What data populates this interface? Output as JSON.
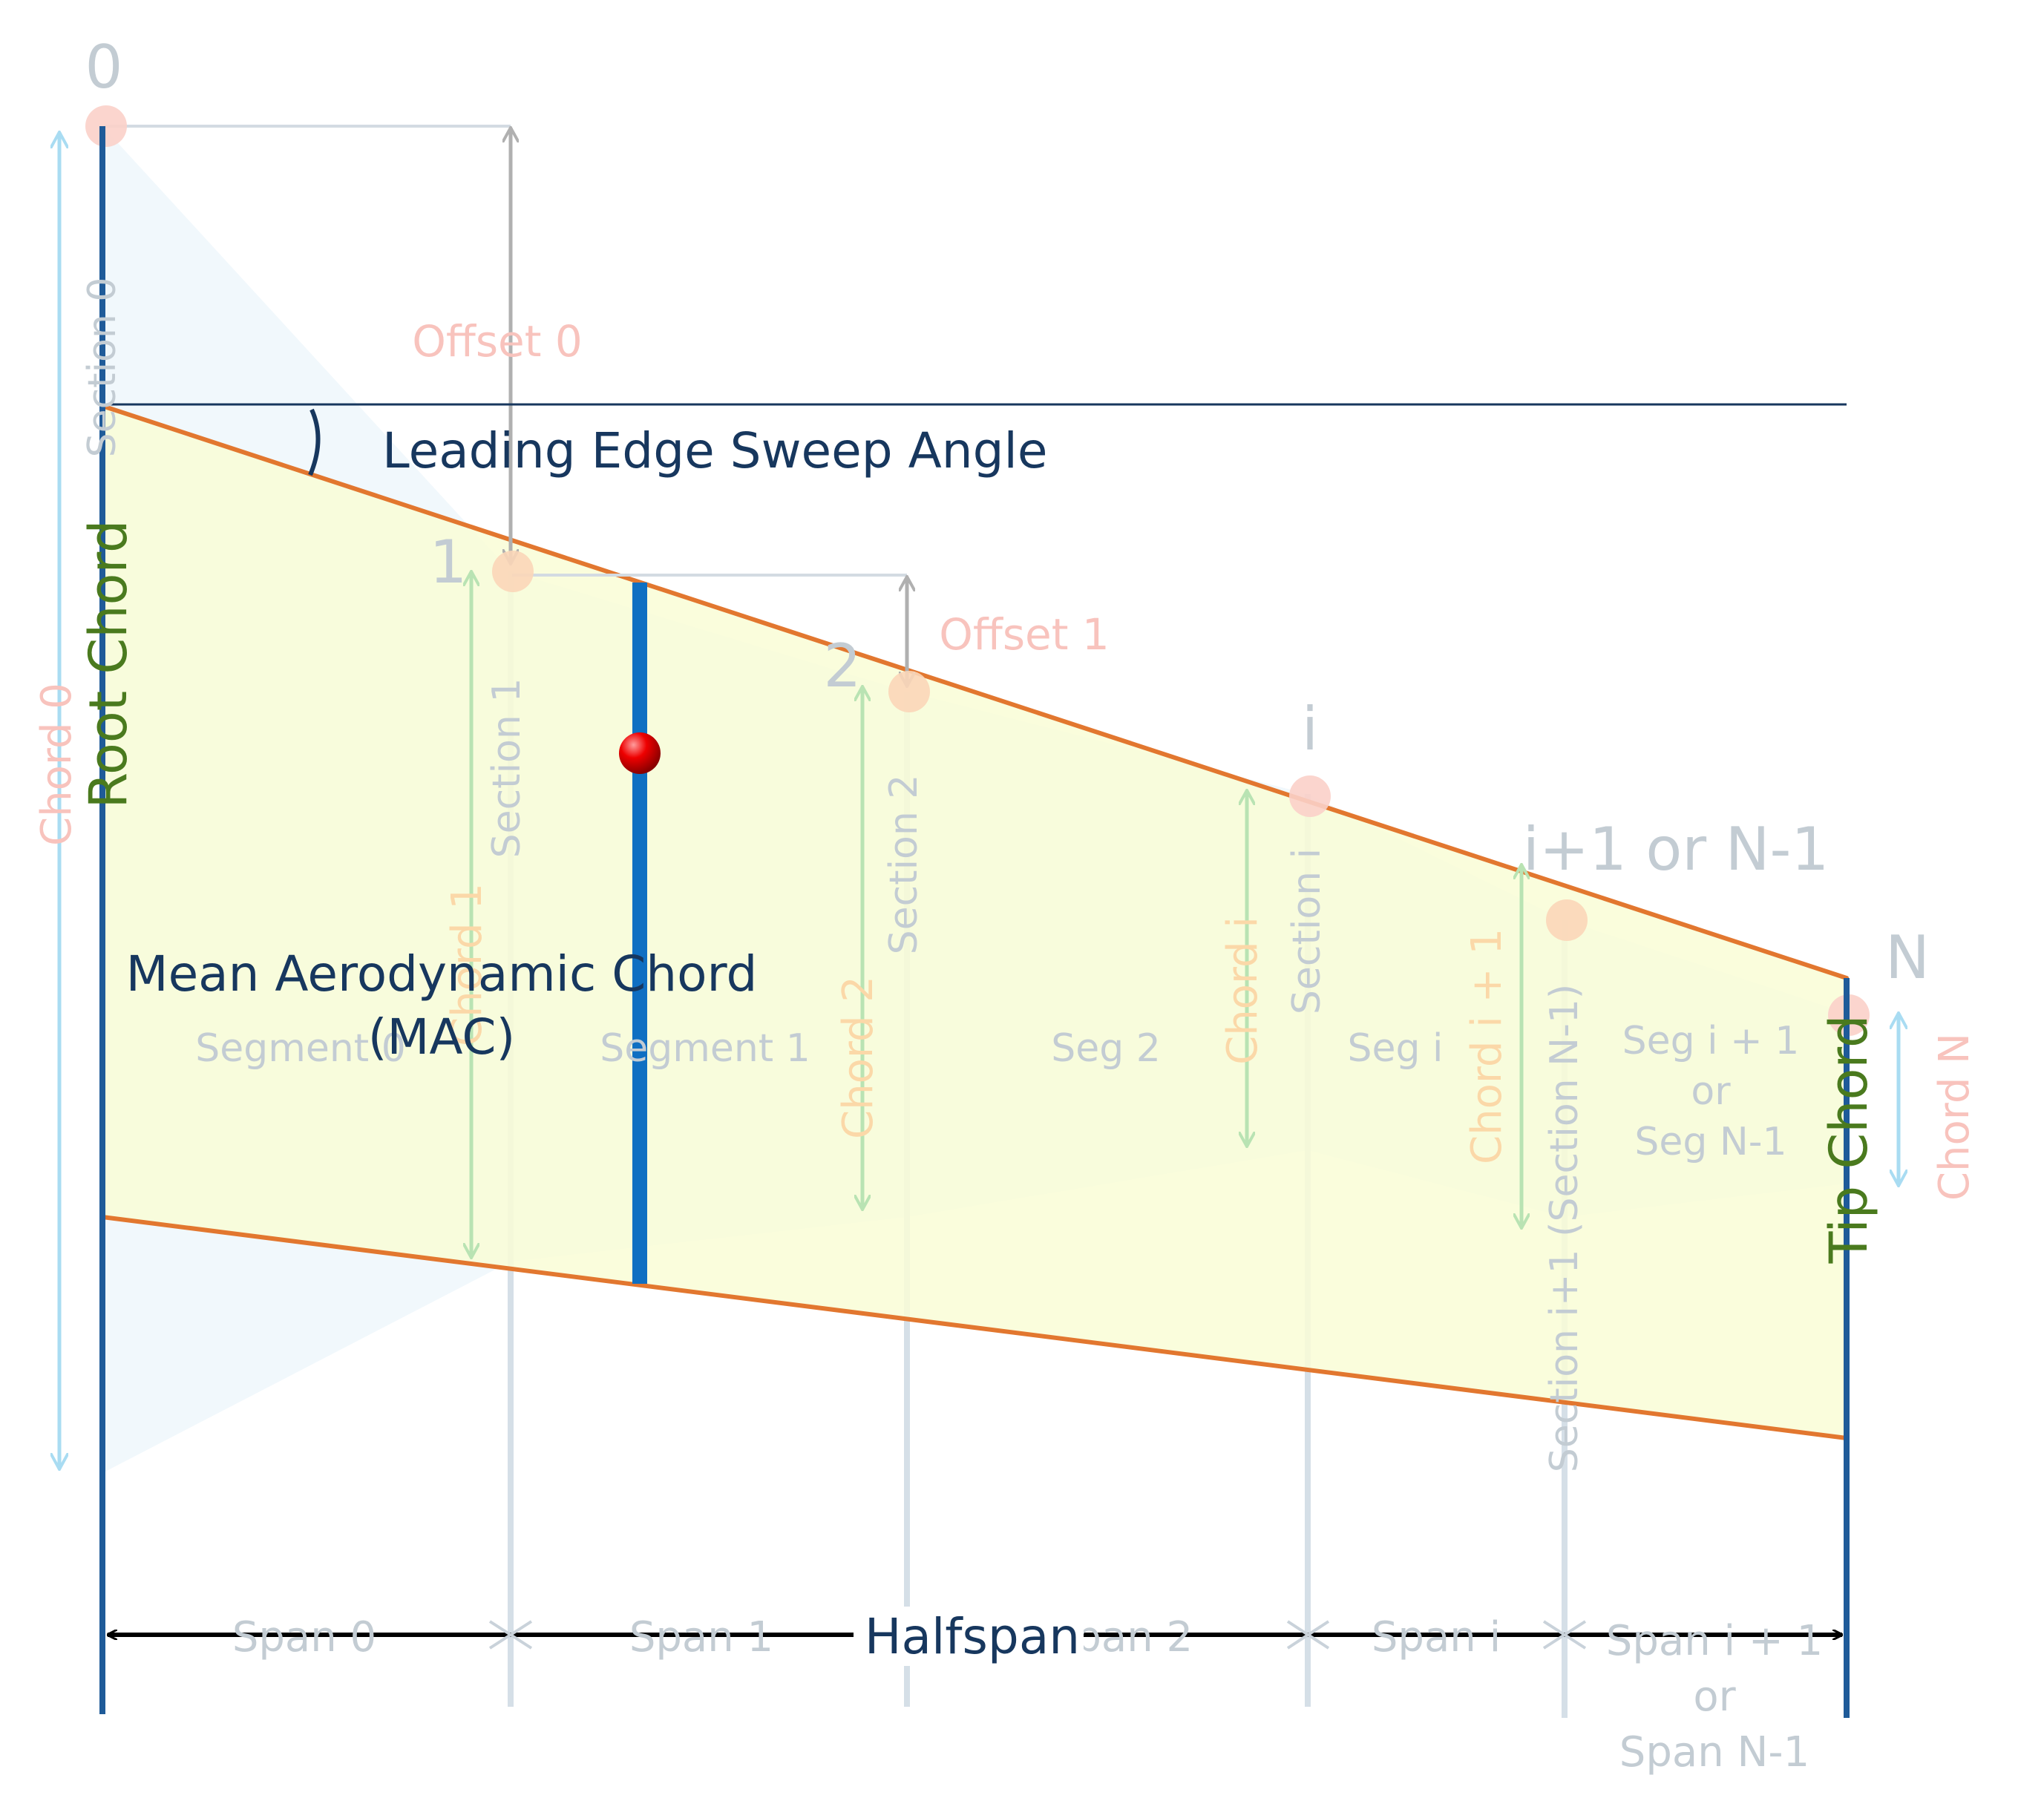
{
  "colors": {
    "planform_fill": "#f9fdd6",
    "planform_edge": "#e2772f",
    "mac_bar": "#0f6fc2",
    "root_tip_line": "#1f5b99",
    "centroid": "#e00000",
    "sweep_reference": "#17375e",
    "faint_text": "#c3ccd3"
  },
  "points": {
    "p0": "0",
    "p1": "1",
    "p2": "2",
    "pi": "i",
    "pi1": "i+1 or N-1",
    "pN": "N"
  },
  "offsets": {
    "offset0": "Offset 0",
    "offset1": "Offset 1"
  },
  "sections": {
    "s0": "Section 0",
    "s1": "Section 1",
    "s2": "Section 2",
    "si": "Section i",
    "si1": "Section i+1 (Section N-1)"
  },
  "chords": {
    "c0": "Chord 0",
    "c1": "Chord 1",
    "c2": "Chord 2",
    "ci": "Chord i",
    "ci1": "Chord i + 1",
    "cN": "Chord N"
  },
  "segments": {
    "seg0": "Segment 0",
    "seg1": "Segment 1",
    "seg2": "Seg 2",
    "segi": "Seg i",
    "segi1_line1": "Seg i + 1",
    "segi1_line2": "or",
    "segi1_line3": "Seg N-1"
  },
  "spans": {
    "span0": "Span 0",
    "span1": "Span 1",
    "span2": "Span 2",
    "spani": "Span i",
    "spani1_line1": "Span i + 1",
    "spani1_line2": "or",
    "spani1_line3": "Span N-1"
  },
  "labels": {
    "sweep": "Leading Edge Sweep Angle",
    "root_chord": "Root Chord",
    "tip_chord": "Tip Chord",
    "mac_line1": "Mean Aerodynamic Chord",
    "mac_line2": "(MAC)",
    "halfspan": "Halfspan"
  }
}
